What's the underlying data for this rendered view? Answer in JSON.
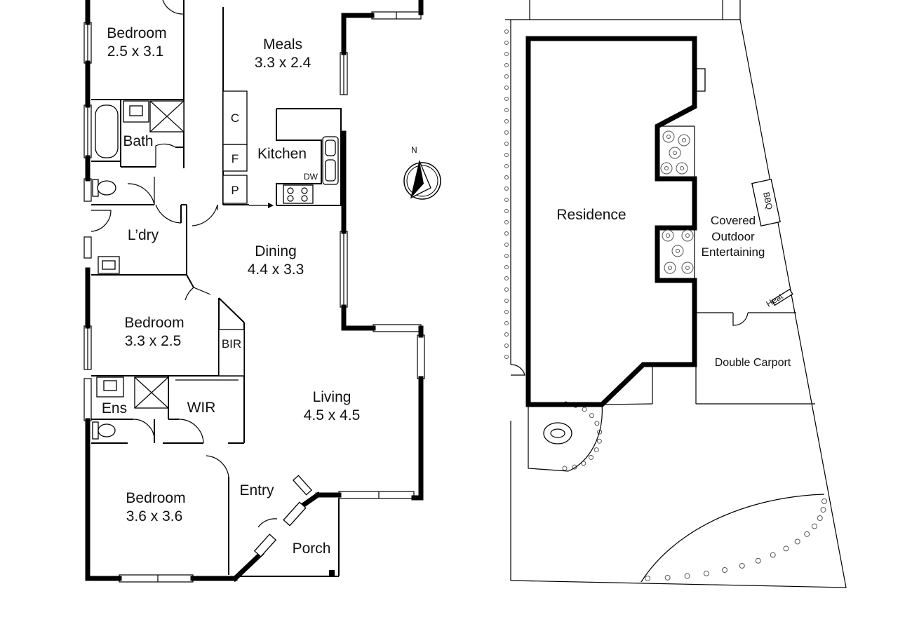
{
  "floorplan": {
    "rooms": {
      "bedroom_1": {
        "name": "Bedroom",
        "size": "2.5 x 3.1"
      },
      "meals": {
        "name": "Meals",
        "size": "3.3 x 2.4"
      },
      "bath": {
        "name": "Bath"
      },
      "kitchen": {
        "name": "Kitchen"
      },
      "laundry": {
        "name": "L’dry"
      },
      "dining": {
        "name": "Dining",
        "size": "4.4 x 3.3"
      },
      "bedroom_2": {
        "name": "Bedroom",
        "size": "3.3 x 2.5"
      },
      "ensuite": {
        "name": "Ens"
      },
      "wir": {
        "name": "WIR"
      },
      "living": {
        "name": "Living",
        "size": "4.5 x 4.5"
      },
      "entry": {
        "name": "Entry"
      },
      "bedroom_3": {
        "name": "Bedroom",
        "size": "3.6 x 3.6"
      },
      "porch": {
        "name": "Porch"
      }
    },
    "fixtures": {
      "cupboard": "C",
      "fridge": "F",
      "pantry": "P",
      "dishwasher": "DW",
      "bir": "BIR"
    },
    "compass": "N"
  },
  "siteplan": {
    "residence": "Residence",
    "outdoor": [
      "Covered",
      "Outdoor",
      "Entertaining"
    ],
    "carport": "Double Carport",
    "bbq": "BBQ",
    "heat": "Heat"
  }
}
